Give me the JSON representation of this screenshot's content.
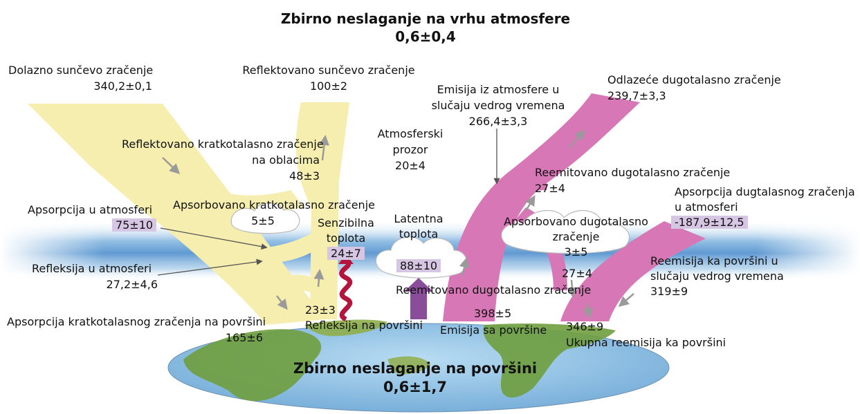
{
  "top_imbalance": {
    "title": "Zbirno neslaganje na vrhu atmosfere",
    "value": "0,6±0,4"
  },
  "surface_imbalance": {
    "title": "Zbirno neslaganje na površini",
    "value": "0,6±1,7"
  },
  "labels": {
    "incoming_solar": {
      "text": "Dolazno sunčevo zračenje",
      "value": "340,2±0,1"
    },
    "reflected_solar": {
      "text": "Reflektovano sunčevo zračenje",
      "value": "100±2"
    },
    "cloud_reflected": {
      "line1": "Reflektovano kratkotalasno zračenje",
      "line2": "na oblacima",
      "value": "48±3"
    },
    "absorbed_shortwave": {
      "text": "Apsorbovano kratkotalasno zračenje",
      "value": "5±5"
    },
    "atmos_absorption": {
      "text": "Apsorpcija u atmosferi",
      "value": "75±10"
    },
    "atmos_reflection": {
      "text": "Refleksija u atmosferi",
      "value": "27,2±4,6"
    },
    "surface_sw_absorption": {
      "text": "Apsorpcija kratkotalasnog zračenja na površini",
      "value": "165±6"
    },
    "surface_reflection": {
      "value": "23±3",
      "text": "Refleksija na površini"
    },
    "atmos_window": {
      "line1": "Atmosferski",
      "line2": "prozor",
      "value": "20±4"
    },
    "sensible_heat": {
      "line1": "Senzibilna",
      "line2": "toplota",
      "value": "24±7"
    },
    "latent_heat": {
      "line1": "Latentna",
      "line2": "toplota",
      "value": "88±10"
    },
    "clear_sky_emission": {
      "line1": "Emisija iz atmosfere u",
      "line2": "slučaju vedrog vremena",
      "value": "266,4±3,3"
    },
    "outgoing_longwave": {
      "text": "Odlazeće dugotalasno zračenje",
      "value": "239,7±3,3"
    },
    "reemitted_longwave": {
      "text": "Reemitovano dugotalasno zračenje",
      "value": "27±4"
    },
    "absorbed_longwave": {
      "line1": "Apsorbovano dugotalasno",
      "line2": "zračenje",
      "value": "3±5"
    },
    "lw_absorption_atmos": {
      "line1": "Apsorpcija dugtalasnog zračenja",
      "line2": "u atmosferi",
      "value": "-187,9±12,5"
    },
    "reemitted_lower": {
      "text": "Reemitovano dugotalasno zračenje"
    },
    "mid_value": {
      "value": "27±4"
    },
    "surface_emission": {
      "value": "398±5",
      "text": "Emisija sa površine"
    },
    "clear_sky_back": {
      "line1": "Reemisija ka površini u",
      "line2": "slučaju vedrog vremena",
      "value": "319±9"
    },
    "total_back": {
      "value": "346±9",
      "text": "Ukupna reemisija ka površini"
    }
  },
  "colors": {
    "shortwave": "#f5eeae",
    "longwave": "#d877b6",
    "atmosphere_band": "#5d9cd2",
    "sensible_heat": "#b3153d",
    "latent_heat": "#8a4d99",
    "value_highlight": "#d7c6e3",
    "ocean": "#8fc2e4",
    "land": "#7bab4a"
  }
}
